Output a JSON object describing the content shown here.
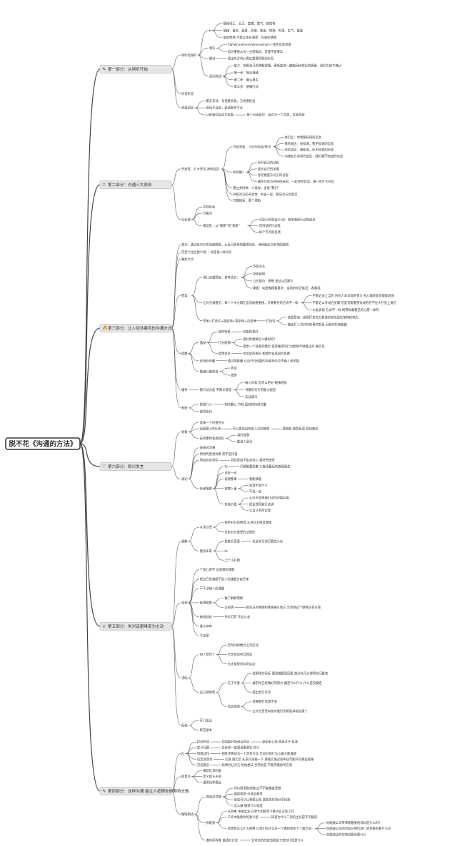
{
  "root": "脱不花《沟通的方法》",
  "colors": {
    "background": "#ffffff",
    "line": "#555555",
    "section_fill": "#e6e6e6"
  },
  "sections": [
    {
      "label": "第一部分：从倾听开始",
      "icon": "graduation-cap-icon",
      "icon_color": "#c0392b",
      "children": [
        {
          "label": "倾听化倾听",
          "children": [
            {
              "label": "h",
              "children": [
                {
                  "label": "情绪词汇：忐忑、羞愧、憋气、感觉等"
                },
                {
                  "label": "情绪：喜欢、敌意、恐惧、焦虑、愤怒、失落、生气、羞耻"
                },
                {
                  "label": "家庭情绪-不能让家长满意、先安抚情绪"
                }
              ]
            },
            {
              "label": "事实",
              "children": [
                {
                  "label": "5W(who/where/when/what)—还原实际场景"
                },
                {
                  "label": "追问事情从为—主观描述，可能不是事实"
                }
              ]
            },
            {
              "label": "期待",
              "children": [
                {
                  "label": "找出对方内心真正想要得到的东西"
                }
              ]
            },
            {
              "label": "反向陈述",
              "children": [
                {
                  "label": "定义：按照自己的理解逻辑，重新描述一遍能团结构化的情绪、语对方接下确认"
                },
                {
                  "label": "第一步：响应情绪"
                },
                {
                  "label": "第二步：确认事实"
                },
                {
                  "label": "第三步：明确行动"
                }
              ]
            }
          ]
        },
        {
          "label": "听话听音"
        },
        {
          "label": "积极回应",
          "children": [
            {
              "label": "跟支有效：有话要说说，方式要恰当"
            },
            {
              "label": "说话不会说，说话能作不让"
            },
            {
              "label": "让积极回应成为本能",
              "children": [
                {
                  "label": "第一句话说对：给对方一个肯定，肯定简单"
                }
              ]
            }
          ]
        }
      ]
    },
    {
      "label": "第二部分：沟通三大原则",
      "icon": "star-icon",
      "icon_color": "#2e86c1",
      "children": [
        {
          "label": "开放性：扩大开区-消除盲区",
          "children": [
            {
              "label": "乔哈里窗：人们的信息/意识",
              "children": [
                {
                  "label": "共识区：你我都知道的信息"
                },
                {
                  "label": "我的盲区：你知道，我不知道的信息"
                },
                {
                  "label": "你的盲区：我知道，你不知道的信息"
                },
                {
                  "label": "沟通双方共同的盲区：我们都不知道的信息"
                }
              ]
            },
            {
              "label": "如何做？",
              "children": [
                {
                  "label": "示开自己的过程"
                },
                {
                  "label": "提点自己的关键"
                },
                {
                  "label": "你可能提升对方的过程"
                },
                {
                  "label": "跟你们双方共同的未知，一起寻找答案，逼一步扩大开区"
                }
              ]
            },
            {
              "label": "建立共同体：少说你，多说“我们”"
            },
            {
              "label": "并提对方的开放性：每说一段，都向对方的意见"
            },
            {
              "label": "万能接话：要个理由"
            }
          ]
        },
        {
          "label": "目标感",
          "children": [
            {
              "label": "实现目标"
            },
            {
              "label": "万能力"
            },
            {
              "label": "建设性：从“我要”到“我来”",
              "children": [
                {
                  "label": "可执行的建议/行动：简单通用行动的起点"
                },
                {
                  "label": "可持续的行动性"
                },
                {
                  "label": "每个节点即反馈"
                }
              ]
            }
          ]
        }
      ]
    },
    {
      "label": "第三部分：让人如沐春风的沟通方式",
      "icon": "fire-icon",
      "icon_color": "#d35400",
      "children": [
        {
          "label": "寒冰：通过给对方带温度感情，让自己更快地赢得信任，消除彼此之前地陌隔阂"
        },
        {
          "label": "完型卡拉自我介绍：：你是谁+共同点"
        },
        {
          "label": "横扒大切"
        },
        {
          "label": "赞美：",
          "children": [
            {
              "label": "用行动做赞美：身体语言：",
              "children": [
                {
                  "label": "不错点头"
                },
                {
                  "label": "身体前倾"
                },
                {
                  "label": "口头配合：嗯嗯 是这么回事儿"
                },
                {
                  "label": "重要：有望像摆重事务：当场的你记笔记，表重视"
                }
              ]
            },
            {
              "label": "让对方被看见：每个人中大都在追求被看重视，只要看待的方式不一样",
              "children": [
                {
                  "label": "不套近会上当克 别有人本没现的花大 担心邀迎是会能能容易"
                },
                {
                  "label": "不套近公开场合里赢 但是可能看望你式的名字在大厅里上清洁"
                },
                {
                  "label": "以此表现 方式不一样 刷得你邀看见的心愿一样的"
                }
              ]
            },
            {
              "label": "赞美=打造实+鼓励地+要求地+肯望地",
              "children": [
                {
                  "label": "打造性",
                  "children": [
                    {
                      "label": "表面赞美：感到打发对方和他的实际现在某种的地方"
                    },
                    {
                      "label": "能给打入为共同的事件表现 目前的实际能做"
                    }
                  ]
                }
              ]
            }
          ]
        },
        {
          "label": "提醒",
          "children": [
            {
              "label": "激励",
              "children": [
                {
                  "label": "选时等事",
                  "children": [
                    {
                      "label": "你能的表好"
                    }
                  ]
                },
                {
                  "label": "行为建都",
                  "children": [
                    {
                      "label": "提好你想要怎么做到的？"
                    },
                    {
                      "label": "提供一个或者的模型 提得做得的行为都够不够着这样 确实化"
                    }
                  ]
                },
                {
                  "label": "反情诉求",
                  "children": [
                    {
                      "label": "你总说的表好 能能你说成说的思路"
                    }
                  ]
                }
              ]
            },
            {
              "label": "说话有何量",
              "children": [
                {
                  "label": "通过体数量 让自己在说服的沟通地方中不两人说可能"
                }
              ]
            },
            {
              "label": "能做心细的线",
              "children": [
                {
                  "label": "协议"
                },
                {
                  "label": "做势"
                }
              ]
            }
          ]
        },
        {
          "label": "辅导",
          "children": [
            {
              "label": "教行动力起 不断价值选",
              "children": [
                {
                  "label": "解入目标 你可以更好 越来越你"
                },
                {
                  "label": "寻最好对方的能力层层"
                },
                {
                  "label": "实战演习"
                }
              ]
            }
          ]
        },
        {
          "label": "安慰",
          "children": [
            {
              "label": "轻度介入",
              "children": [
                {
                  "label": "相对最心 节制 遥程的持续力量"
                }
              ]
            },
            {
              "label": "提供支持"
            }
          ]
        }
      ]
    },
    {
      "label": "第六部分：即兴发言",
      "icon": "heart-icon",
      "icon_color": "#c0392b",
      "children": [
        {
          "label": "准备",
          "children": [
            {
              "label": "准备一个好提开头"
            },
            {
              "label": "后面要+的行动",
              "children": [
                {
                  "label": "可以表现出你是入员的感谢",
                  "children": [
                    {
                      "label": "情景能 情景反面 特别感动"
                    }
                  ]
                }
              ]
            },
            {
              "label": "安装素材发放团队",
              "children": [
                {
                  "label": "讲好故事"
                },
                {
                  "label": "能说人是法"
                }
              ]
            }
          ]
        },
        {
          "label": "表达",
          "children": [
            {
              "label": "表表式沟通"
            },
            {
              "label": "用场的感觉效果 而不是内容"
            },
            {
              "label": "用设名有目标",
              "children": [
                {
                  "label": "目标是给予生动信心 建好把感受"
                }
              ]
            },
            {
              "label": "传递情感",
              "children": [
                {
                  "label": "Ta",
                  "children": [
                    {
                      "label": "同情能最生聚 它能用最后的感情诞生"
                    }
                  ]
                },
                {
                  "label": "多说一点"
                },
                {
                  "label": "说理都事",
                  "children": [
                    {
                      "label": "要能够能"
                    }
                  ]
                },
                {
                  "label": "容横入迷",
                  "children": [
                    {
                      "label": "说理不是什么"
                    },
                    {
                      "label": "不说一说"
                    }
                  ]
                },
                {
                  "label": "传递价值",
                  "children": [
                    {
                      "label": "让对方觉得做们这的对能有用"
                    },
                    {
                      "label": "提议漂亮能行动讲"
                    },
                    {
                      "label": "让自己有所信理"
                    }
                  ]
                }
              ]
            }
          ]
        }
      ]
    },
    {
      "label": "第五部分：常对话避难变为主动",
      "icon": "star-icon",
      "icon_color": "#2e86c1",
      "children": [
        {
          "label": "调解",
          "children": [
            {
              "label": "从求过去",
              "children": [
                {
                  "label": "提供对方的情境 从寻对方明显情绪"
                },
                {
                  "label": "肯定对方感受的业情信"
                }
              ]
            },
            {
              "label": "建说未来",
              "children": [
                {
                  "label": "情感方案事",
                  "children": [
                    {
                      "label": "告诉对方你打算怎么办"
                    }
                  ]
                },
                {
                  "label": "ta"
                },
                {
                  "label": "上个小礼物"
                }
              ]
            }
          ]
        },
        {
          "label": "谈判",
          "children": [
            {
              "label": "个体心理学 这是哪的课题"
            },
            {
              "label": "把自己的课题干别人的课题分离开来"
            },
            {
              "label": "不干涉他人的课题"
            },
            {
              "label": "处理情感",
              "children": [
                {
                  "label": "做了解解理解"
                },
                {
                  "label": "认知情",
                  "children": [
                    {
                      "label": "把对方的情感和情感做在地方 告诉他这个感情没有价值"
                    }
                  ]
                }
              ]
            },
            {
              "label": "重视目标",
              "children": [
                {
                  "label": "开宇打而 不这么坐"
                }
              ]
            },
            {
              "label": "香小夸夸"
            },
            {
              "label": "子主那"
            }
          ]
        },
        {
          "label": "求助",
          "children": [
            {
              "label": "别人帮你了",
              "children": [
                {
                  "label": "告时间和精力上可启动"
                },
                {
                  "label": "告你变动并自我动"
                },
                {
                  "label": "告支系帮所向可启动"
                }
              ]
            },
            {
              "label": "自己请请帮",
              "children": [
                {
                  "label": "先于为重",
                  "children": [
                    {
                      "label": "说明你的目标 遇到难题到问题 想必传几分钟帮你问题表"
                    },
                    {
                      "label": "展示你已经做好的努力 确定什么什么 什么还没确定"
                    },
                    {
                      "label": "提出具实求求"
                    }
                  ]
                },
                {
                  "label": "具说请请",
                  "children": [
                    {
                      "label": "资要期打资源不道"
                    },
                    {
                      "label": "让对方受受有他对我们的帮助并花结果了"
                    }
                  ]
                }
              ]
            }
          ]
        },
        {
          "label": "拒绝",
          "children": [
            {
              "label": "开门出山"
            },
            {
              "label": "移花接木"
            }
          ]
        }
      ]
    },
    {
      "label": "第四部分：这样沟通 能让人按照你的期待去做",
      "icon": "graduation-cap-icon",
      "icon_color": "#c0392b",
      "children": [
        {
          "label": "IC",
          "children": [
            {
              "label": "控制环境",
              "children": [
                {
                  "label": "控制能开场说会时间",
                  "children": [
                    {
                      "label": "提前手公场 而两过于 私事"
                    }
                  ]
                }
              ]
            },
            {
              "label": "定义问题",
              "children": [
                {
                  "label": "告诉你一定要说重事实 你么"
                }
              ]
            },
            {
              "label": "制限动作",
              "children": [
                {
                  "label": "把批评要说为一个改变行动 告说对他行怎么做才能满想"
                }
              ]
            },
            {
              "label": "设定反馈点",
              "children": [
                {
                  "label": "实施 落实后 在多久再碰一下 看看实施过程中还可能存在哪些困难"
                }
              ]
            },
            {
              "label": "完成看启",
              "children": [
                {
                  "label": "结事时让对方 给他想法 否然你是 不能带着你评言的"
                }
              ]
            }
          ]
        },
        {
          "label": "提意见",
          "children": [
            {
              "label": "事前征求同意"
            },
            {
              "label": "定义提方乡系"
            },
            {
              "label": "提供具体建议"
            }
          ]
        },
        {
          "label": "做晓搞话",
          "children": [
            {
              "label": "营造正式感",
              "children": [
                {
                  "label": "评价要采取准确 这不不能都接受做"
                },
                {
                  "label": "能影要要 分享给哪里"
                },
                {
                  "label": "说成可以让事情上部 选取现在的分享结果"
                },
                {
                  "label": "怎么做 做到什么程度"
                }
              ]
            },
            {
              "label": "拆框架",
              "children": [
                {
                  "label": "从领事 中脚出发 在更大的框架下看待自己的工作"
                },
                {
                  "label": "工作中碰要你的意义感",
                  "children": [
                    {
                      "label": "知道为什么二刻的士兵是不可能的"
                    }
                  ]
                },
                {
                  "label": "定期帮员工扩大视野 让他们在可以在一个路的框架下了解全局",
                  "children": [
                    {
                      "label": "你能被公司带来要最要的目标是什么吗？"
                    },
                    {
                      "label": "你能被公司的目标分明们部门承诺要有要什么吗"
                    },
                    {
                      "label": "你能道这对你来说要有要什么"
                    }
                  ]
                }
              ]
            },
            {
              "label": "邀你同样准 邀请对方说",
              "children": [
                {
                  "label": "告对你的的定位和组下来的计划是什么"
                }
              ]
            }
          ]
        }
      ]
    }
  ]
}
